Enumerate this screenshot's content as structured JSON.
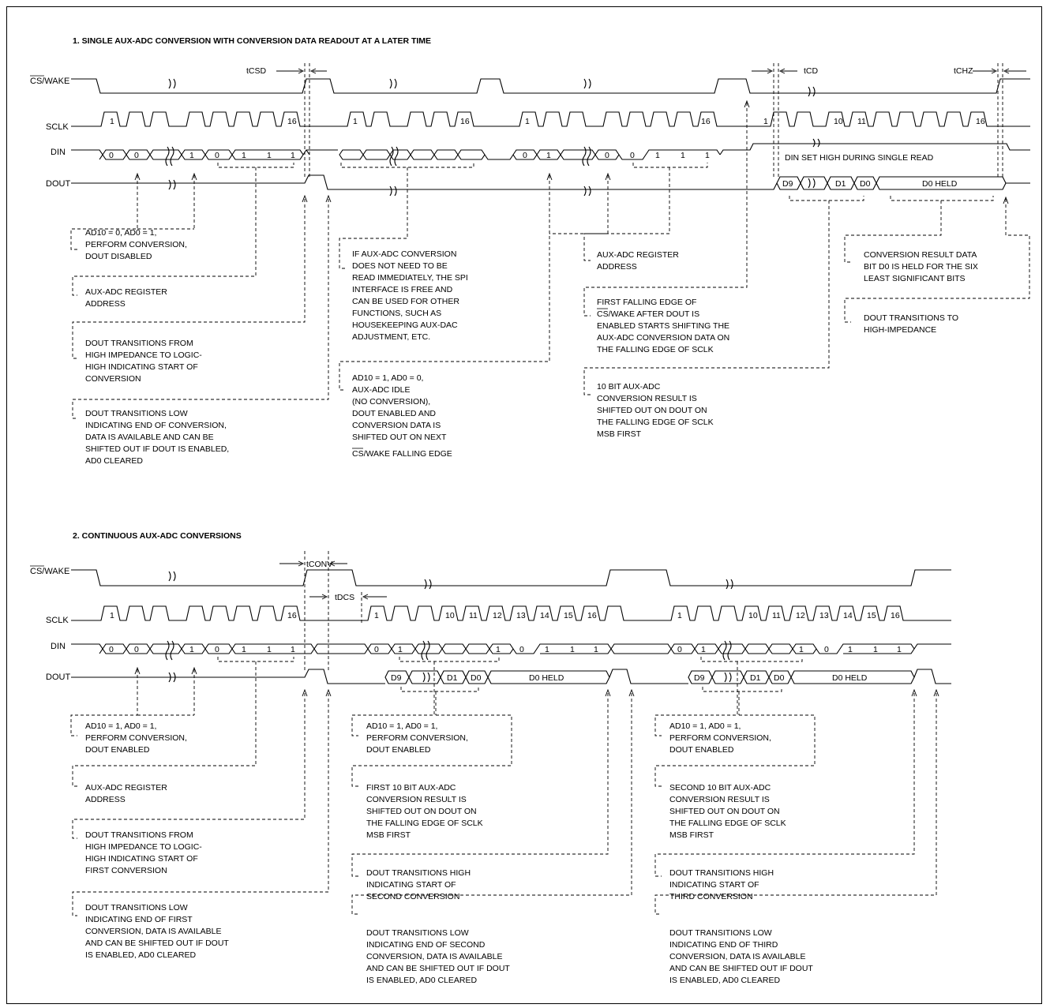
{
  "section1": {
    "title": "1. SINGLE AUX-ADC CONVERSION WITH CONVERSION DATA READOUT AT A LATER TIME",
    "signals": {
      "cs": "CS/WAKE",
      "sclk": "SCLK",
      "din": "DIN",
      "dout": "DOUT"
    },
    "timing": {
      "tcsd": "tCSD",
      "tcd": "tCD",
      "tchz": "tCHZ"
    },
    "sclk_labels": [
      "1",
      "16",
      "1",
      "16",
      "1",
      "16",
      "1",
      "10",
      "11",
      "16"
    ],
    "din_bits": [
      "0",
      "0",
      "1",
      "0",
      "1",
      "1",
      "1",
      "0",
      "1",
      "0",
      "0",
      "1",
      "1",
      "1"
    ],
    "din_high_note": "DIN SET HIGH DURING SINGLE READ",
    "dout_bits": [
      "D9",
      "D1",
      "D0",
      "D0 HELD"
    ],
    "notes": {
      "n1": [
        "AD10 = 0, AD0 = 1,",
        "PERFORM CONVERSION,",
        "DOUT DISABLED"
      ],
      "n2": [
        "AUX-ADC REGISTER",
        "ADDRESS"
      ],
      "n3": [
        "DOUT TRANSITIONS FROM",
        "HIGH IMPEDANCE TO LOGIC-",
        "HIGH INDICATING START OF",
        "CONVERSION"
      ],
      "n4": [
        "DOUT TRANSITIONS LOW",
        "INDICATING END OF CONVERSION,",
        "DATA IS AVAILABLE AND CAN BE",
        "SHIFTED OUT IF DOUT IS ENABLED,",
        "AD0 CLEARED"
      ],
      "n5": [
        "IF AUX-ADC CONVERSION",
        "DOES NOT NEED TO BE",
        "READ IMMEDIATELY, THE SPI",
        "INTERFACE IS FREE AND",
        "CAN BE USED FOR OTHER",
        "FUNCTIONS, SUCH AS",
        "HOUSEKEEPING AUX-DAC",
        "ADJUSTMENT, ETC."
      ],
      "n6": [
        "AD10 = 1, AD0 = 0,",
        "AUX-ADC IDLE",
        "(NO CONVERSION),",
        "DOUT ENABLED AND",
        "CONVERSION DATA IS",
        "SHIFTED OUT ON NEXT",
        "CS/WAKE FALLING EDGE"
      ],
      "n7": [
        "AUX-ADC REGISTER",
        "ADDRESS"
      ],
      "n8": [
        "FIRST FALLING EDGE OF",
        "CS/WAKE AFTER DOUT IS",
        "ENABLED STARTS SHIFTING THE",
        "AUX-ADC CONVERSION DATA ON",
        "THE FALLING EDGE OF SCLK"
      ],
      "n9": [
        "10 BIT AUX-ADC",
        "CONVERSION RESULT IS",
        "SHIFTED OUT ON DOUT ON",
        "THE FALLING EDGE OF SCLK",
        "MSB FIRST"
      ],
      "n10": [
        "CONVERSION RESULT DATA",
        "BIT D0 IS HELD FOR THE SIX",
        "LEAST SIGNIFICANT BITS"
      ],
      "n11": [
        "DOUT TRANSITIONS TO",
        "HIGH-IMPEDANCE"
      ]
    }
  },
  "section2": {
    "title": "2. CONTINUOUS AUX-ADC CONVERSIONS",
    "signals": {
      "cs": "CS/WAKE",
      "sclk": "SCLK",
      "din": "DIN",
      "dout": "DOUT"
    },
    "timing": {
      "tconv": "tCONV",
      "tdcs": "tDCS"
    },
    "sclk_labels": [
      "1",
      "16",
      "1",
      "10",
      "11",
      "12",
      "13",
      "14",
      "15",
      "16",
      "1",
      "10",
      "11",
      "12",
      "13",
      "14",
      "15",
      "16"
    ],
    "din_bits": [
      "0",
      "0",
      "1",
      "0",
      "1",
      "1",
      "1",
      "0",
      "1",
      "1",
      "0",
      "1",
      "1",
      "1",
      "0",
      "1",
      "1",
      "0",
      "1",
      "1",
      "1"
    ],
    "dout_bits": [
      "D9",
      "D1",
      "D0",
      "D0 HELD",
      "D9",
      "D1",
      "D0",
      "D0 HELD"
    ],
    "notes": {
      "m1": [
        "AD10 = 1, AD0 = 1,",
        "PERFORM CONVERSION,",
        "DOUT ENABLED"
      ],
      "m2": [
        "AUX-ADC REGISTER",
        "ADDRESS"
      ],
      "m3": [
        "DOUT TRANSITIONS FROM",
        "HIGH IMPEDANCE TO LOGIC-",
        "HIGH INDICATING START OF",
        "FIRST CONVERSION"
      ],
      "m4": [
        "DOUT TRANSITIONS LOW",
        "INDICATING END OF FIRST",
        "CONVERSION, DATA IS AVAILABLE",
        "AND CAN BE SHIFTED OUT IF DOUT",
        "IS ENABLED, AD0 CLEARED"
      ],
      "m5": [
        "AD10 = 1, AD0 = 1,",
        "PERFORM CONVERSION,",
        "DOUT ENABLED"
      ],
      "m6": [
        "FIRST 10 BIT AUX-ADC",
        "CONVERSION RESULT IS",
        "SHIFTED OUT ON DOUT ON",
        "THE FALLING EDGE OF SCLK",
        "MSB FIRST"
      ],
      "m7": [
        "DOUT TRANSITIONS HIGH",
        "INDICATING START OF",
        "SECOND CONVERSION"
      ],
      "m8": [
        "DOUT TRANSITIONS LOW",
        "INDICATING END OF SECOND",
        "CONVERSION, DATA IS AVAILABLE",
        "AND CAN BE SHIFTED OUT IF DOUT",
        "IS ENABLED, AD0 CLEARED"
      ],
      "m9": [
        "AD10 = 1, AD0 = 1,",
        "PERFORM CONVERSION,",
        "DOUT ENABLED"
      ],
      "m10": [
        "SECOND 10 BIT AUX-ADC",
        "CONVERSION RESULT IS",
        "SHIFTED OUT ON DOUT ON",
        "THE FALLING EDGE OF SCLK",
        "MSB FIRST"
      ],
      "m11": [
        "DOUT TRANSITIONS HIGH",
        "INDICATING START OF",
        "THIRD CONVERSION"
      ],
      "m12": [
        "DOUT TRANSITIONS LOW",
        "INDICATING END OF THIRD",
        "CONVERSION, DATA IS AVAILABLE",
        "AND CAN BE SHIFTED OUT IF DOUT",
        "IS ENABLED, AD0 CLEARED"
      ]
    }
  }
}
